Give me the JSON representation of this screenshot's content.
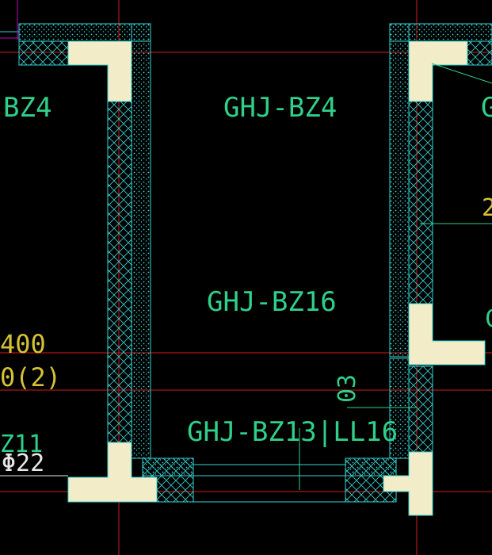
{
  "drawing": {
    "colors": {
      "background": "#000000",
      "wall_outline": "#35d3d3",
      "axis_line": "#d21a1a",
      "column_fill": "#f2ecc8",
      "label_green": "#2fd08a",
      "label_yellow": "#d6c234",
      "leader_green": "#2fd08a",
      "magenta": "#c000c0"
    },
    "labels": {
      "bz4_left": "BZ4",
      "bz4_center": "GHJ-BZ4",
      "bz4_right": "G",
      "bz16": "GHJ-BZ16",
      "bz13_ll16": "GHJ-BZ13|LL16",
      "dim_03": "03",
      "left_400": "400",
      "left_0_2": "0(2)",
      "left_phi22": "Φ22",
      "left_z11": "Z11",
      "right_z": "2",
      "right_c": "C"
    }
  }
}
